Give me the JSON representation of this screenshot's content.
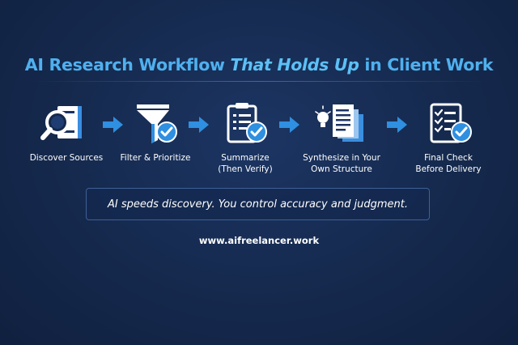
{
  "title": {
    "part1": "AI Research Workflow ",
    "part2": "That Holds Up",
    "part3": " in Client Work"
  },
  "steps": [
    {
      "label_line1": "Discover Sources",
      "label_line2": "",
      "icon": "magnifier-document-icon"
    },
    {
      "label_line1": "Filter & Prioritize",
      "label_line2": "",
      "icon": "funnel-check-icon"
    },
    {
      "label_line1": "Summarize",
      "label_line2": "(Then Verify)",
      "icon": "clipboard-check-icon"
    },
    {
      "label_line1": "Synthesize in Your",
      "label_line2": "Own Structure",
      "icon": "lightbulb-documents-icon"
    },
    {
      "label_line1": "Final Check",
      "label_line2": "Before Delivery",
      "icon": "checklist-check-icon"
    }
  ],
  "callout": "AI speeds discovery. You control accuracy and judgment.",
  "url": "www.aifreelancer.work",
  "colors": {
    "background": "#15294d",
    "title_blue": "#4fb0ee",
    "accent_blue": "#2f8fe0",
    "icon_white": "#ffffff"
  }
}
